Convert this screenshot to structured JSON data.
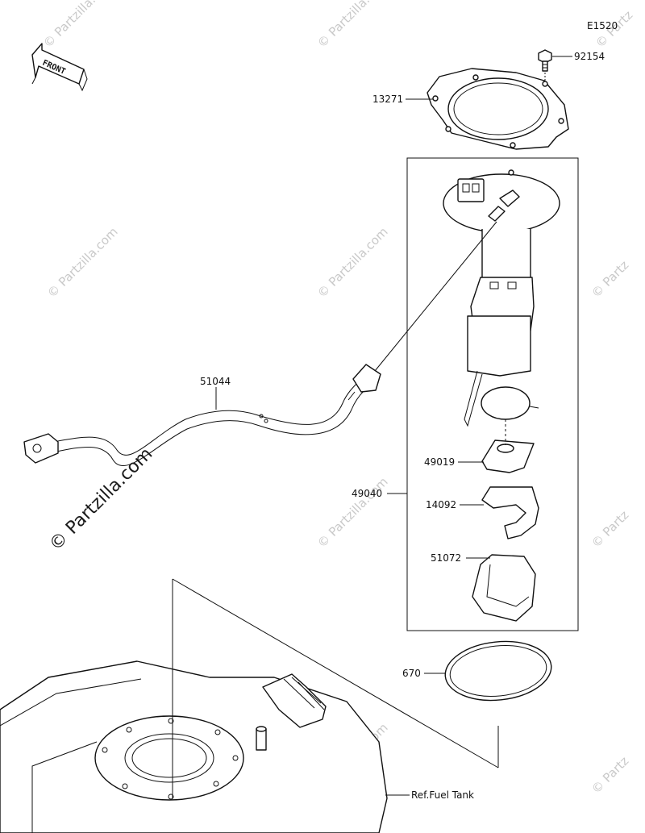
{
  "diagram": {
    "code": "E1520",
    "front_label": "FRONT",
    "watermark": "© Partzilla.com",
    "watermark_short": "© Partz",
    "parts": {
      "bolt": "92154",
      "gasket_plate": "13271",
      "hose": "51044",
      "pump_assy": "49040",
      "strainer": "49019",
      "bracket": "14092",
      "cover": "51072",
      "oring": "670",
      "ref_tank": "Ref.Fuel Tank"
    }
  }
}
